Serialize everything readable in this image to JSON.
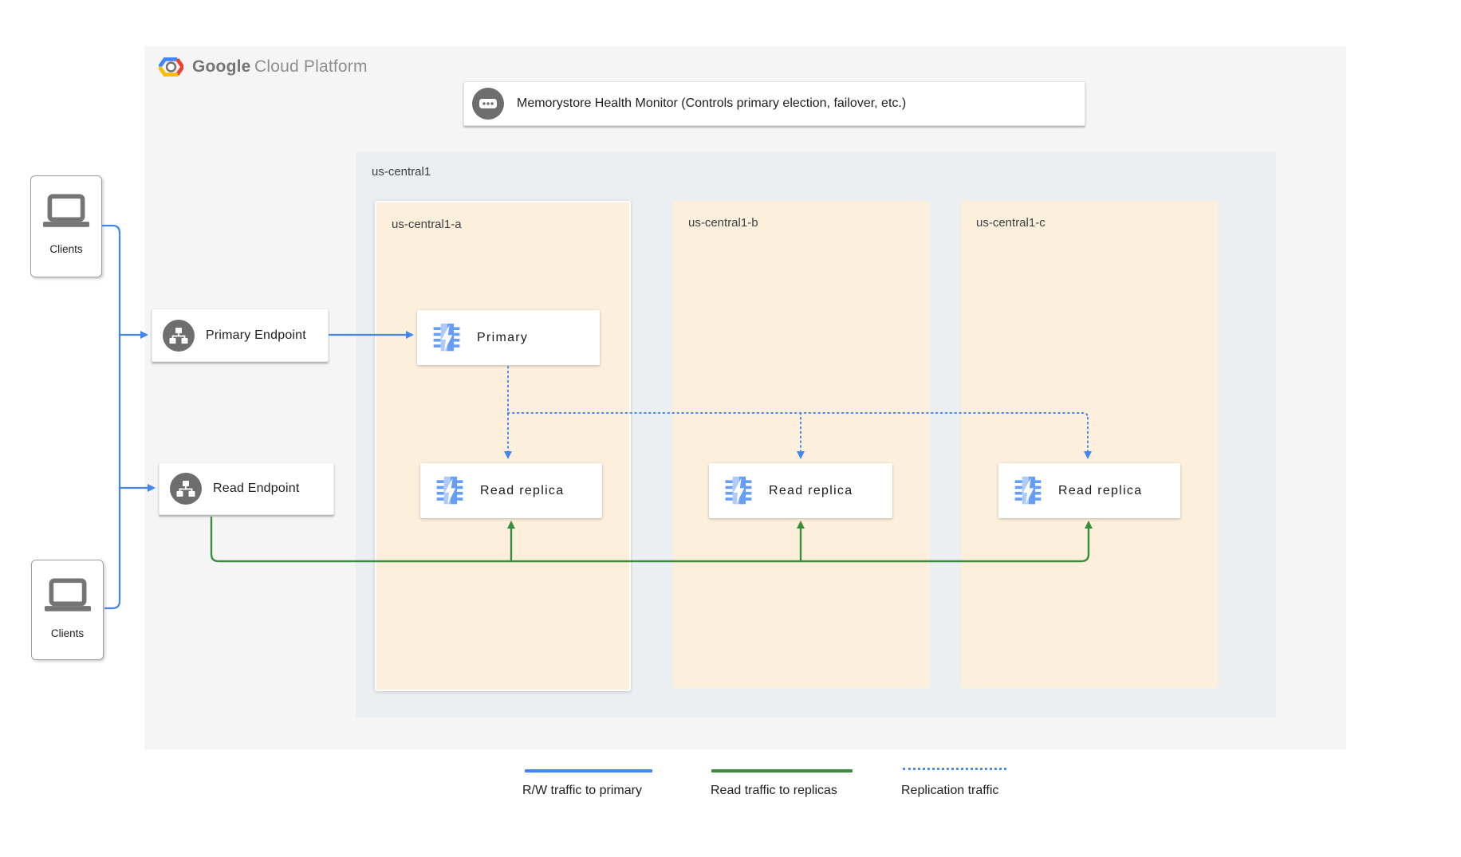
{
  "brand": {
    "google": "Google",
    "suffix": "Cloud Platform"
  },
  "health_monitor": {
    "label": "Memorystore Health Monitor (Controls primary election, failover, etc.)",
    "icon": "chat-ellipsis-icon"
  },
  "clients": {
    "top_label": "Clients",
    "bottom_label": "Clients",
    "icon": "laptop-icon"
  },
  "endpoints": {
    "primary": {
      "label": "Primary Endpoint",
      "icon": "network-endpoint-icon"
    },
    "read": {
      "label": "Read Endpoint",
      "icon": "network-endpoint-icon"
    }
  },
  "region": {
    "label": "us-central1",
    "zones": [
      {
        "label": "us-central1-a",
        "highlighted": true,
        "nodes": [
          {
            "label": "Primary",
            "icon": "memorystore-icon"
          },
          {
            "label": "Read replica",
            "icon": "memorystore-icon"
          }
        ]
      },
      {
        "label": "us-central1-b",
        "highlighted": false,
        "nodes": [
          {
            "label": "Read replica",
            "icon": "memorystore-icon"
          }
        ]
      },
      {
        "label": "us-central1-c",
        "highlighted": false,
        "nodes": [
          {
            "label": "Read replica",
            "icon": "memorystore-icon"
          }
        ]
      }
    ]
  },
  "edges": [
    {
      "from": "Clients",
      "to": "Primary Endpoint",
      "type": "R/W traffic to primary"
    },
    {
      "from": "Clients",
      "to": "Read Endpoint",
      "type": "R/W traffic to primary"
    },
    {
      "from": "Primary Endpoint",
      "to": "Primary",
      "type": "R/W traffic to primary"
    },
    {
      "from": "Read Endpoint",
      "to": "Read replica (us-central1-a)",
      "type": "Read traffic to replicas"
    },
    {
      "from": "Read Endpoint",
      "to": "Read replica (us-central1-b)",
      "type": "Read traffic to replicas"
    },
    {
      "from": "Read Endpoint",
      "to": "Read replica (us-central1-c)",
      "type": "Read traffic to replicas"
    },
    {
      "from": "Primary",
      "to": "Read replica (us-central1-a)",
      "type": "Replication traffic"
    },
    {
      "from": "Primary",
      "to": "Read replica (us-central1-b)",
      "type": "Replication traffic"
    },
    {
      "from": "Primary",
      "to": "Read replica (us-central1-c)",
      "type": "Replication traffic"
    }
  ],
  "legend": {
    "items": [
      {
        "label": "R/W traffic to primary",
        "line_style": "solid",
        "color": "#4285f4"
      },
      {
        "label": "Read traffic to replicas",
        "line_style": "solid",
        "color": "#388e3c"
      },
      {
        "label": "Replication traffic",
        "line_style": "dotted",
        "color": "#4285f4"
      }
    ]
  },
  "colors": {
    "rw_traffic_blue": "#4285f4",
    "read_traffic_green": "#388e3c",
    "replication_blue": "#4c8bf5",
    "zone_fill": "#fcefdb",
    "region_fill": "#eceff1",
    "panel_fill": "#f5f5f6",
    "icon_gray": "#6e6e6e",
    "memorystore_light_blue": "#aecbfa",
    "memorystore_blue": "#669df6"
  }
}
